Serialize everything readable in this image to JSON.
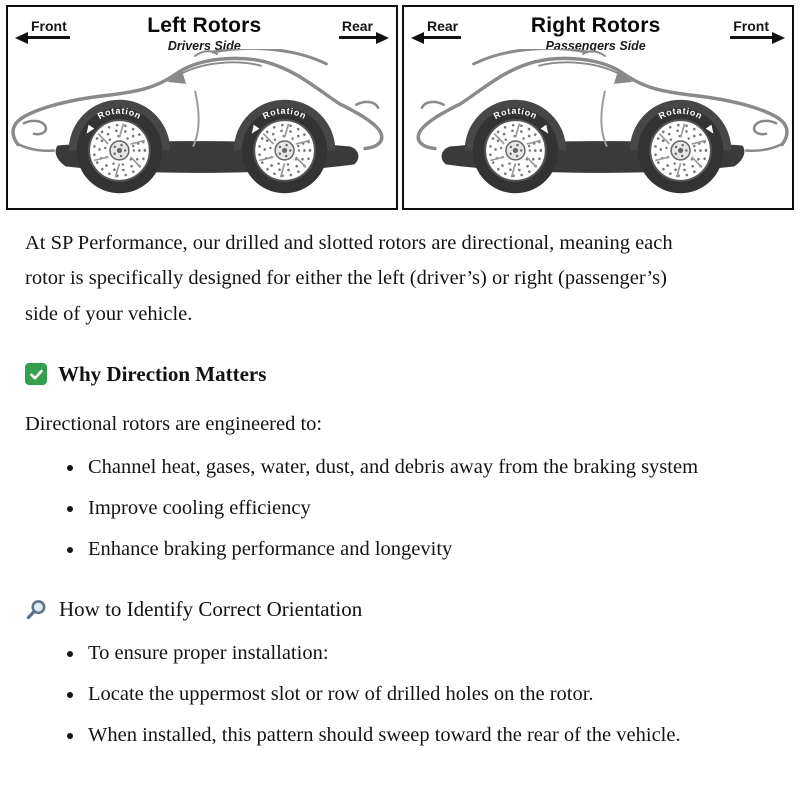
{
  "diagram": {
    "left_panel": {
      "front_label": "Front",
      "rear_label": "Rear",
      "title": "Left Rotors",
      "subtitle": "Drivers Side",
      "rotation_label": "Rotation"
    },
    "right_panel": {
      "front_label": "Front",
      "rear_label": "Rear",
      "title": "Right Rotors",
      "subtitle": "Passengers Side",
      "rotation_label": "Rotation"
    }
  },
  "content": {
    "intro": "At SP Performance, our drilled and slotted rotors are directional, meaning each rotor is specifically designed for either the left (driver’s) or right (passenger’s) side of your vehicle.",
    "section1": {
      "icon": "check-mark",
      "title": "Why Direction Matters",
      "lead": "Directional rotors are engineered to:",
      "bullets": [
        "Channel heat, gases, water, dust, and debris away from the braking system",
        "Improve cooling efficiency",
        "Enhance braking performance and longevity"
      ]
    },
    "section2": {
      "icon": "magnifier",
      "title": "How to Identify Correct Orientation",
      "bullets": [
        "To ensure proper installation:",
        "Locate the uppermost slot or row of drilled holes on the rotor.",
        "When installed, this pattern should sweep toward the rear of the vehicle."
      ]
    }
  },
  "colors": {
    "check_green": "#34a04f",
    "magnifier_steel": "#5c7186",
    "tire_dark": "#333333",
    "body_gray": "#8a8a8a"
  }
}
